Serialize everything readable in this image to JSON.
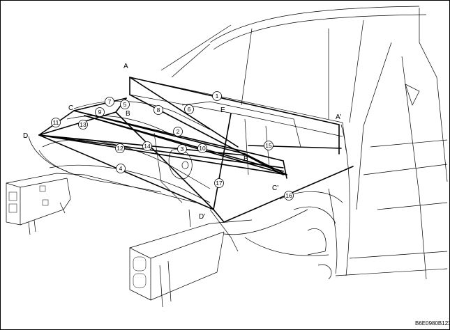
{
  "figure_code": "B6E0980B123",
  "point_labels": [
    "A",
    "A'",
    "B",
    "B'",
    "C",
    "C'",
    "D",
    "D'",
    "E"
  ],
  "measurement_numbers": [
    "1",
    "2",
    "3",
    "4",
    "5",
    "6",
    "7",
    "8",
    "9",
    "10",
    "11",
    "12",
    "13",
    "14",
    "15",
    "16",
    "17"
  ],
  "colors": {
    "line": "#000000",
    "background": "#ffffff"
  }
}
